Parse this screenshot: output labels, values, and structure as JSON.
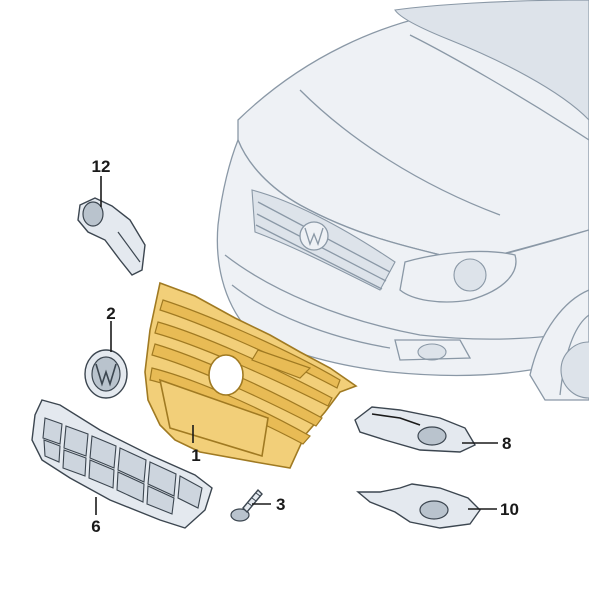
{
  "figure": {
    "highlight_color": "#f2cf79",
    "car_line_color": "#8a98a6",
    "part_outline_color": "#3c4650"
  },
  "callouts": [
    {
      "id": "part-1",
      "label": "1"
    },
    {
      "id": "part-2",
      "label": "2"
    },
    {
      "id": "part-3",
      "label": "3"
    },
    {
      "id": "part-6",
      "label": "6"
    },
    {
      "id": "part-8",
      "label": "8"
    },
    {
      "id": "part-10",
      "label": "10"
    },
    {
      "id": "part-12",
      "label": "12"
    }
  ]
}
